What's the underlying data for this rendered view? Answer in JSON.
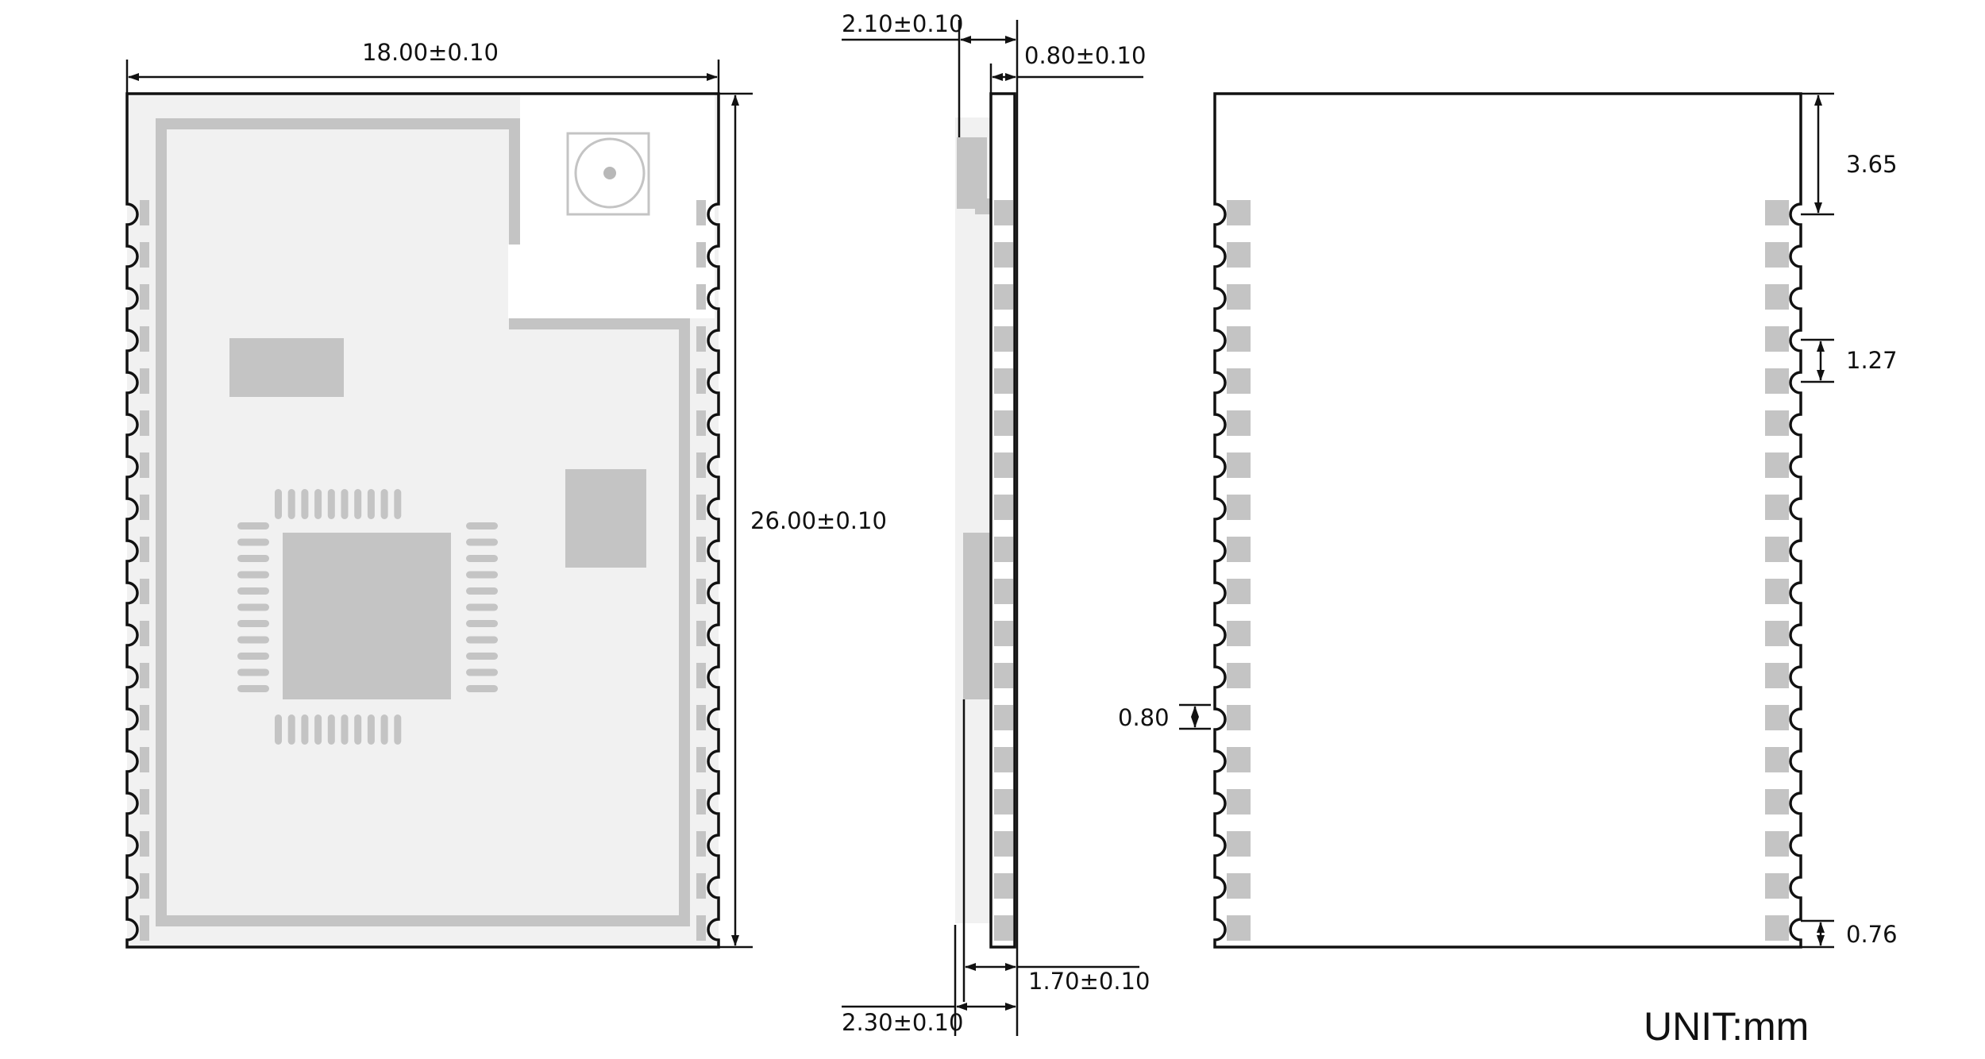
{
  "colors": {
    "line": "#111111",
    "pcb": "#f1f1f1",
    "component": "#c4c4c4",
    "background": "#ffffff"
  },
  "top_view": {
    "width_label": "18.00±0.10",
    "height_label": "26.00±0.10"
  },
  "side_view": {
    "total_thickness_top_label": "2.10±0.10",
    "pcb_thickness_label": "0.80±0.10",
    "shield_height_label": "1.70±0.10",
    "total_thickness_bottom_label": "2.30±0.10"
  },
  "bottom_view": {
    "first_pad_offset_label": "3.65",
    "pad_pitch_label": "1.27",
    "pad_width_label": "0.80",
    "last_pad_offset_label": "0.76"
  },
  "unit_label": "UNIT:mm"
}
